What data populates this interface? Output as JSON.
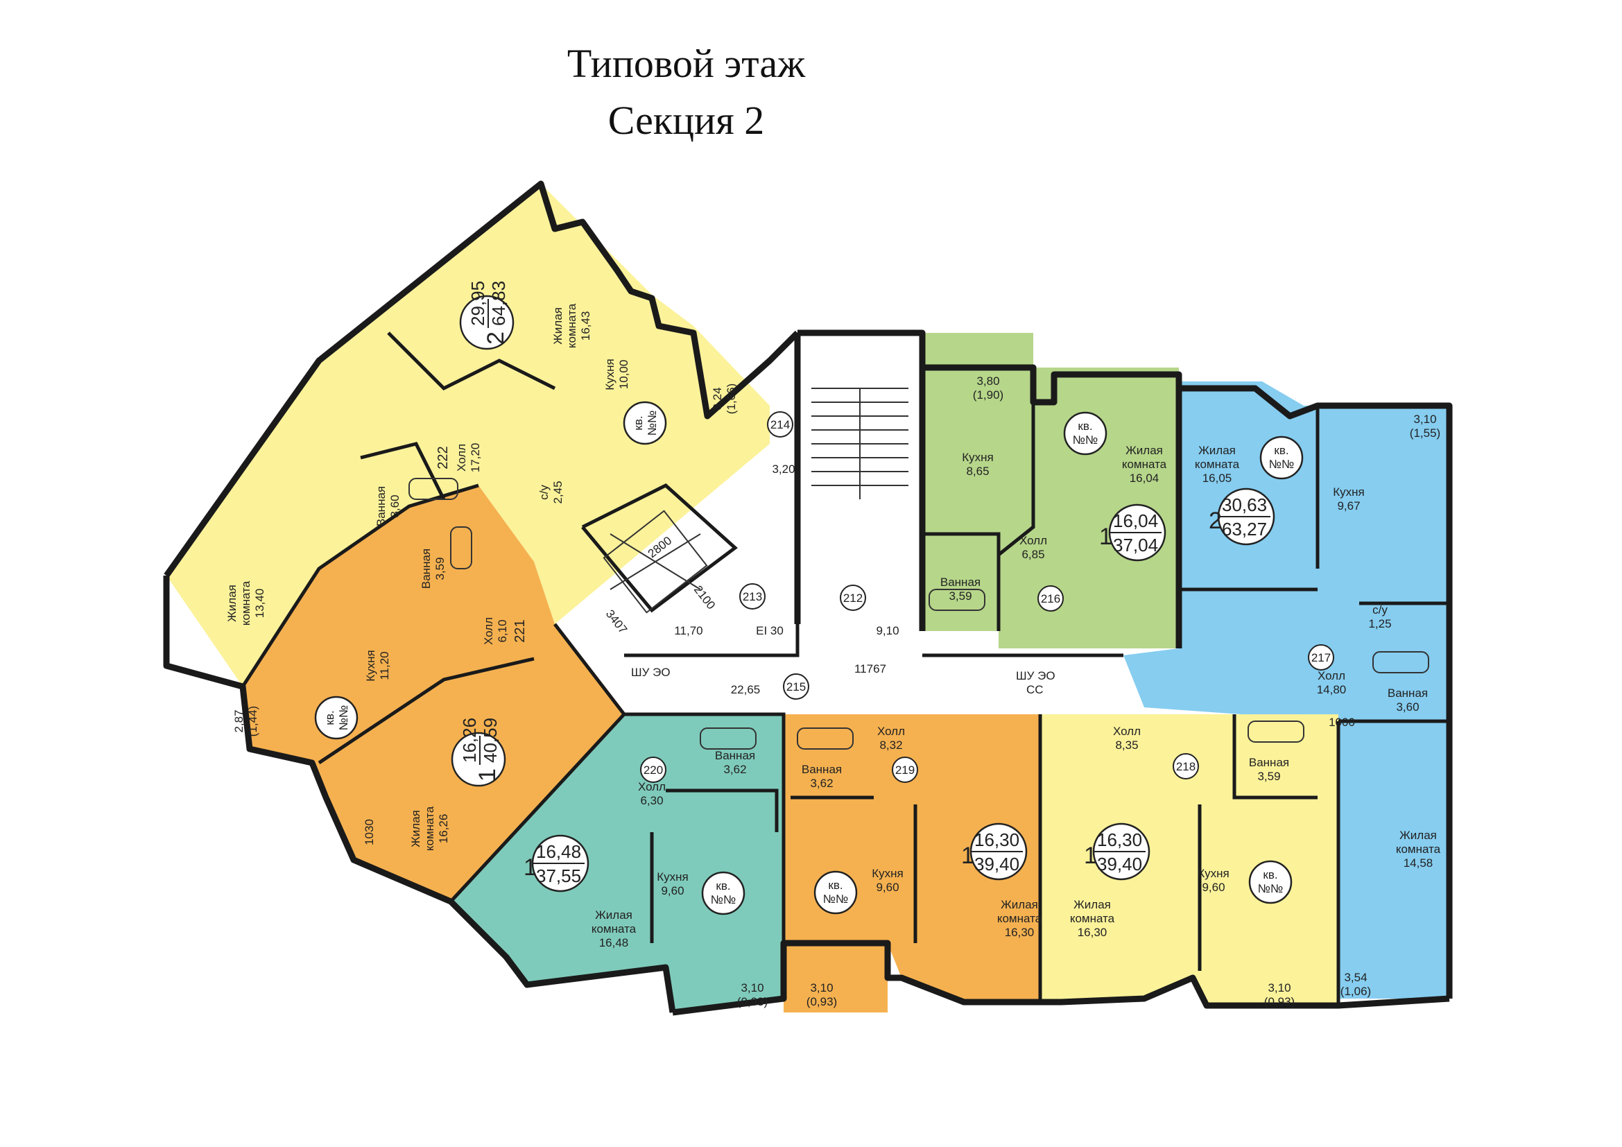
{
  "title": {
    "line1": "Типовой этаж",
    "line2": "Секция  2"
  },
  "colors": {
    "yellow": "#fbf29a",
    "orange": "#f5b150",
    "green": "#b6d68a",
    "blue": "#86cdf0",
    "teal": "#7fcbbb",
    "white": "#ffffff"
  },
  "apartments": [
    {
      "id": "a1",
      "rooms": "2",
      "living": "29,95",
      "total": "64,83",
      "tag_top": "кв.",
      "tag_bot": "№№",
      "hall_no": "222"
    },
    {
      "id": "a2",
      "rooms": "1",
      "living": "16,26",
      "total": "40,59",
      "tag_top": "кв.",
      "tag_bot": "№№",
      "hall_no": "221"
    },
    {
      "id": "a3",
      "rooms": "1",
      "living": "16,04",
      "total": "37,04",
      "tag_top": "кв.",
      "tag_bot": "№№",
      "hall_no": "216"
    },
    {
      "id": "a4",
      "rooms": "2",
      "living": "30,63",
      "total": "63,27",
      "tag_top": "кв.",
      "tag_bot": "№№",
      "hall_no": "217"
    },
    {
      "id": "a5",
      "rooms": "1",
      "living": "16,48",
      "total": "37,55",
      "tag_top": "кв.",
      "tag_bot": "№№",
      "hall_no": "220"
    },
    {
      "id": "a6",
      "rooms": "1",
      "living": "16,30",
      "total": "39,40",
      "tag_top": "кв.",
      "tag_bot": "№№",
      "hall_no": "219"
    },
    {
      "id": "a7",
      "rooms": "1",
      "living": "16,30",
      "total": "39,40",
      "tag_top": "кв.",
      "tag_bot": "№№",
      "hall_no": "218"
    }
  ],
  "rooms": {
    "living": "Жилая комната",
    "living_a": "Жилая",
    "living_b": "комната",
    "living_typo": "Жилая комната",
    "kitchen": "Кухня",
    "hall": "Холл",
    "bath": "Ванная",
    "wc": "с/у"
  },
  "areas": {
    "a1_live1": "16,43",
    "a1_live2": "13,40",
    "a1_kitchen": "10,00",
    "a1_hall": "17,20",
    "a1_bath": "3,60",
    "a1_wc": "2,45",
    "a1_balc": "3,24",
    "a1_balc2": "(1,66)",
    "a2_kitchen": "11,20",
    "a2_hall": "6,10",
    "a2_bath": "3,59",
    "a2_live": "16,26",
    "a2_balc": "2,87",
    "a2_balc2": "(1,44)",
    "a2_dim": "1030",
    "a3_balc": "3,80",
    "a3_balc2": "(1,90)",
    "a3_kitchen": "8,65",
    "a3_live": "16,04",
    "a3_hall": "6,85",
    "a3_bath": "3,59",
    "a4_live1": "16,05",
    "a4_live2": "14,58",
    "a4_kitchen": "9,67",
    "a4_hall": "14,80",
    "a4_wc": "1,25",
    "a4_bath": "3,60",
    "a4_balc": "3,10",
    "a4_balc2": "(1,55)",
    "a4_balc3": "3,54",
    "a4_balc4": "(1,06)",
    "a4_dim": "1000",
    "a5_hall": "6,30",
    "a5_bath": "3,62",
    "a5_kitchen": "9,60",
    "a5_live": "16,48",
    "a5_balc": "3,10",
    "a5_balc2": "(0,93)",
    "a6_hall": "8,32",
    "a6_bath": "3,62",
    "a6_kitchen": "9,60",
    "a6_live": "16,30",
    "a6_balc": "3,10",
    "a6_balc2": "(0,93)",
    "a7_hall": "8,35",
    "a7_bath": "3,59",
    "a7_kitchen": "9,60",
    "a7_live": "16,30",
    "a7_balc": "3,10",
    "a7_balc2": "(0,93)"
  },
  "common": {
    "r214": "214",
    "r213": "213",
    "r212": "212",
    "r215": "215",
    "d320": "3,20",
    "d1170": "11,70",
    "ei30": "EI 30",
    "d910": "9,10",
    "d11767": "11767",
    "d2265": "22,65",
    "d3407": "3407",
    "shu": "ШУ ЭО",
    "shu2": "ШУ ЭО",
    "ss": "СС",
    "lift": "2800",
    "lift2": "2100"
  }
}
